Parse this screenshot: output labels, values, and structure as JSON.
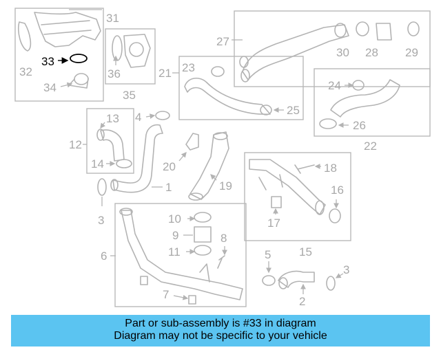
{
  "callouts": {
    "c1": "1",
    "c2": "2",
    "c3a": "3",
    "c3b": "3",
    "c4": "4",
    "c5": "5",
    "c6": "6",
    "c7": "7",
    "c8": "8",
    "c9": "9",
    "c10": "10",
    "c11": "11",
    "c12": "12",
    "c13": "13",
    "c14": "14",
    "c15": "15",
    "c16": "16",
    "c17": "17",
    "c18": "18",
    "c19": "19",
    "c20": "20",
    "c21": "21",
    "c22": "22",
    "c23": "23",
    "c24": "24",
    "c25": "25",
    "c26": "26",
    "c27": "27",
    "c28": "28",
    "c29": "29",
    "c30": "30",
    "c31": "31",
    "c32": "32",
    "c33": "33",
    "c34": "34",
    "c35": "35",
    "c36": "36"
  },
  "highlighted_part": "33",
  "footer": {
    "line1": "Part or sub-assembly is #33 in diagram",
    "line2": "Diagram may not be specific to your vehicle"
  },
  "colors": {
    "footer_bg": "#5bc4f1",
    "part_gray": "#b3b3b3",
    "highlight": "#000000"
  }
}
